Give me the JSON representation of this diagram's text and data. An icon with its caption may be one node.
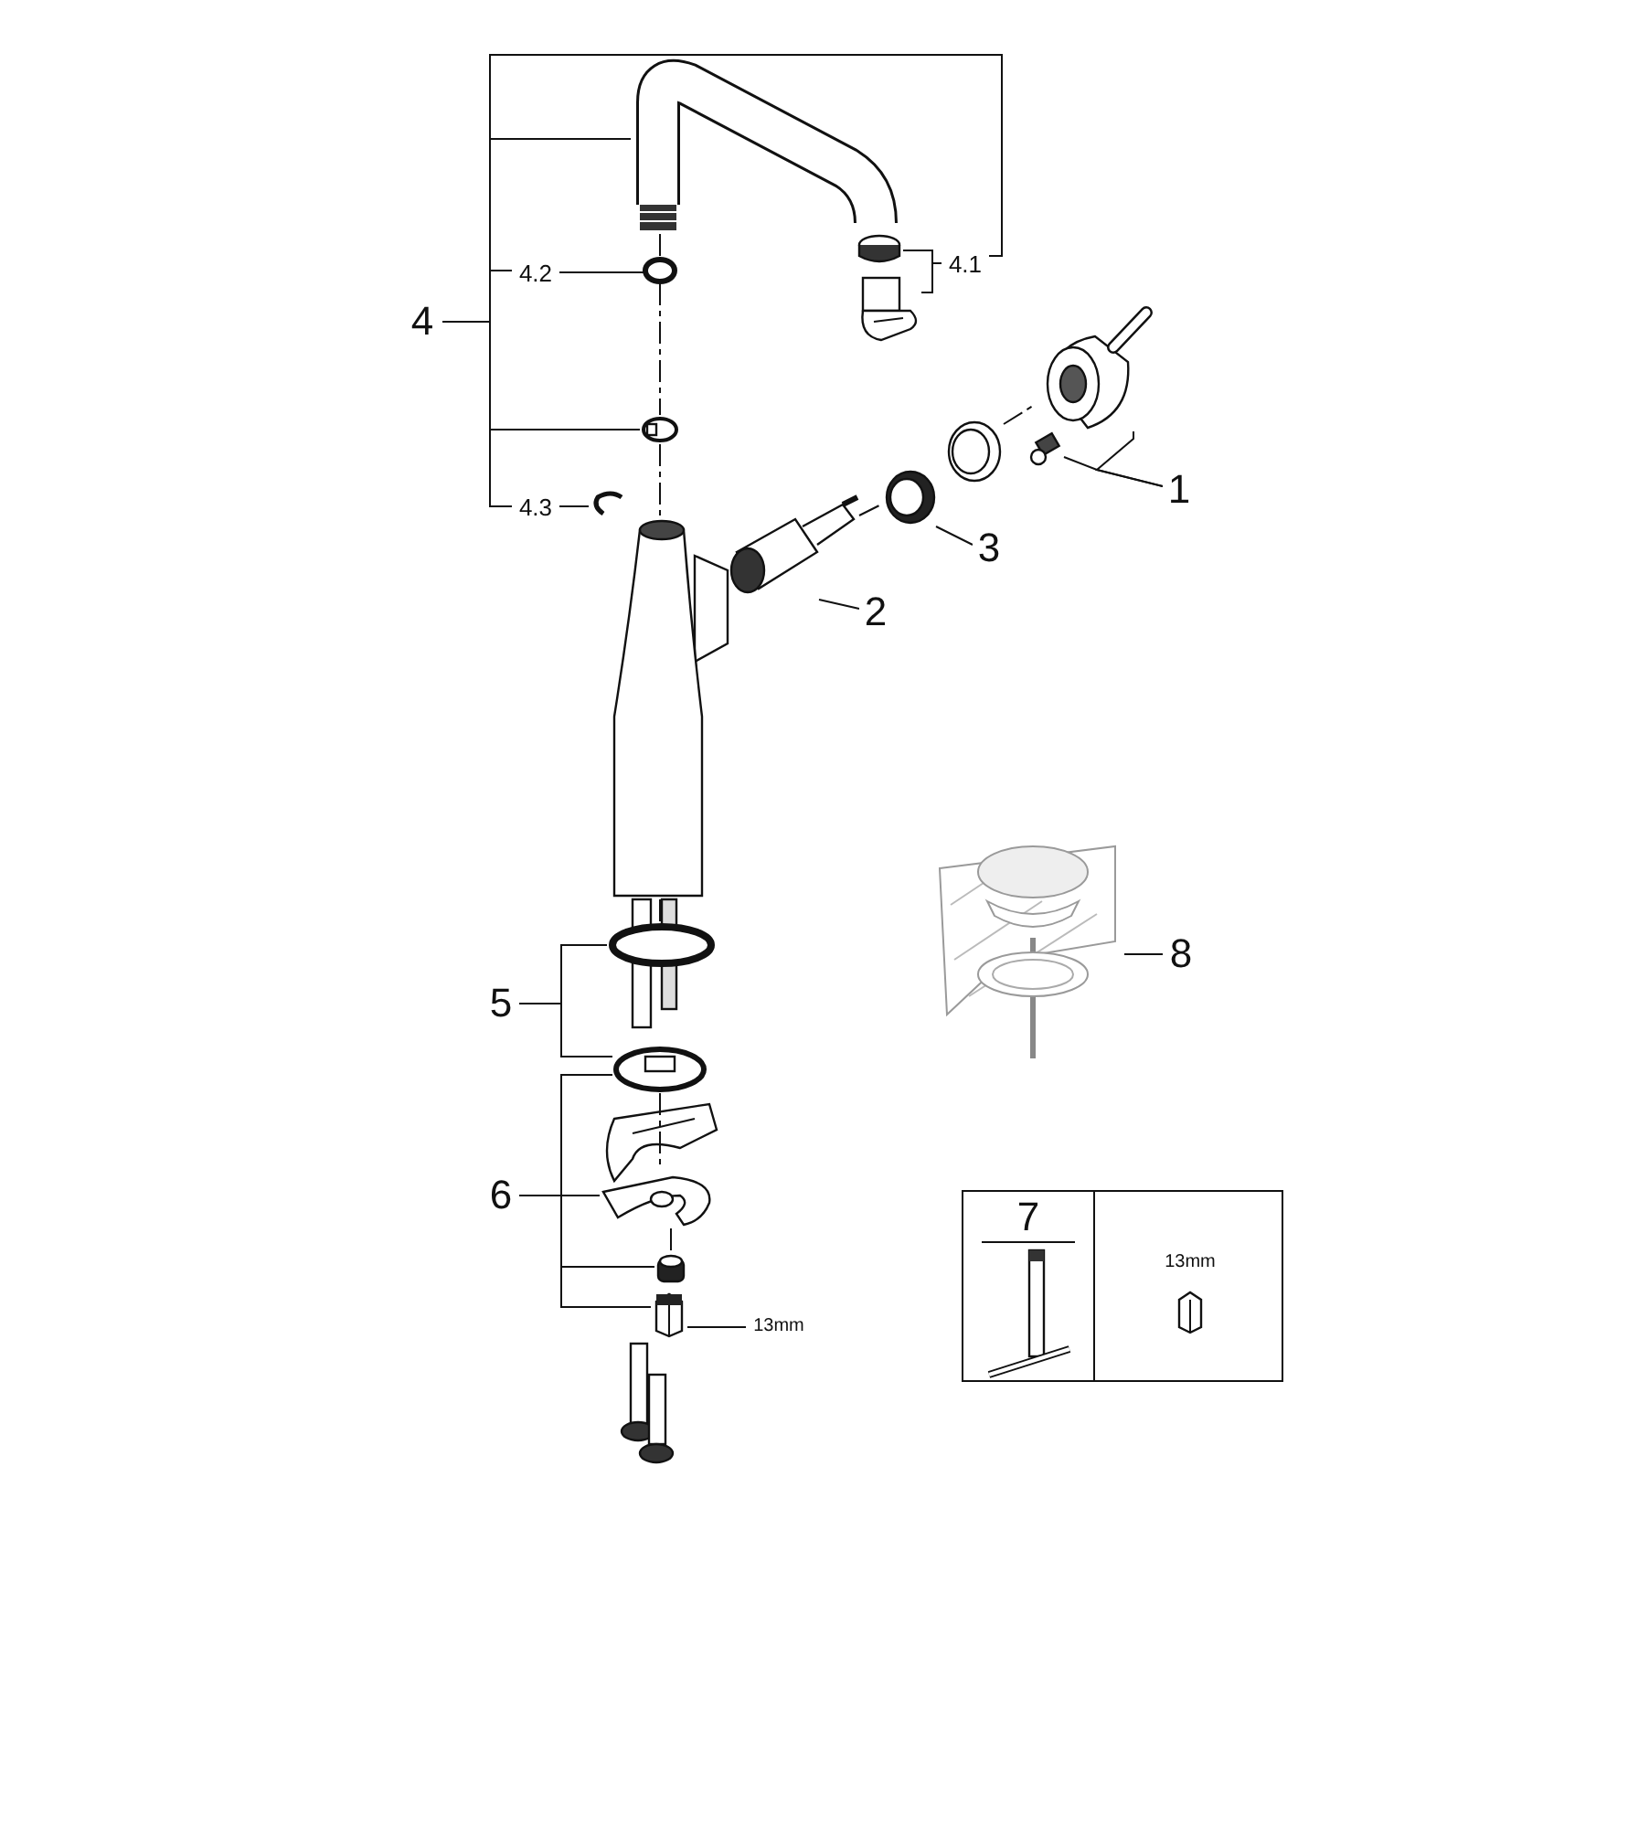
{
  "diagram": {
    "nodes": [
      {
        "text": [
          "4"
        ]
      },
      {
        "text": [
          "4.2"
        ]
      },
      {
        "text": [
          "4.3"
        ]
      },
      {
        "text": [
          "4.1"
        ]
      },
      {
        "text": [
          "1"
        ]
      },
      {
        "text": [
          "3"
        ]
      },
      {
        "text": [
          "2"
        ]
      },
      {
        "text": [
          "5"
        ]
      },
      {
        "text": [
          "6"
        ]
      },
      {
        "text": [
          "13mm"
        ]
      },
      {
        "text": [
          "8"
        ]
      },
      {
        "text": [],
        "shape": "picture"
      },
      {
        "text": [],
        "shape": "circle"
      },
      {
        "text": [],
        "shape": "picture"
      },
      {
        "text": [],
        "shape": "circle"
      },
      {
        "text": [],
        "shape": "picture"
      },
      {
        "text": [],
        "shape": "picture"
      },
      {
        "text": [],
        "shape": "cylinder"
      },
      {
        "text": [],
        "shape": "picture"
      },
      {
        "text": [],
        "shape": "picture"
      },
      {
        "text": [],
        "shape": "picture"
      },
      {
        "text": [],
        "shape": "picture"
      },
      {
        "text": [],
        "shape": "box"
      },
      {
        "text": [],
        "shape": "circle"
      },
      {
        "text": [],
        "shape": "picture"
      },
      {
        "text": [],
        "shape": "picture"
      },
      {
        "text": [],
        "shape": "cylinder"
      },
      {
        "text": [],
        "shape": "picture"
      },
      {
        "text": [],
        "shape": "picture"
      },
      {
        "text": [],
        "shape": "box"
      },
      {
        "text": [
          "7"
        ],
        "in": 29
      },
      {
        "text": [
          "13mm"
        ],
        "in": 29
      }
    ],
    "edges": [
      {
        "from": 0,
        "to": 11,
        "arrow": "none"
      },
      {
        "from": 0,
        "to": 1,
        "arrow": "none"
      },
      {
        "from": 0,
        "to": 15,
        "arrow": "none"
      },
      {
        "from": 0,
        "to": 2,
        "arrow": "none"
      },
      {
        "from": 0,
        "to": 3,
        "arrow": "none"
      },
      {
        "from": 1,
        "to": 14,
        "arrow": "none"
      },
      {
        "from": 2,
        "to": 16,
        "arrow": "none"
      },
      {
        "from": 3,
        "to": 12,
        "arrow": "none"
      },
      {
        "from": 3,
        "to": 13,
        "arrow": "none"
      },
      {
        "from": 4,
        "to": 21,
        "arrow": "none"
      },
      {
        "from": 4,
        "to": 22,
        "arrow": "none"
      },
      {
        "from": 5,
        "to": 19,
        "arrow": "none"
      },
      {
        "from": 6,
        "to": 18,
        "arrow": "none"
      },
      {
        "from": 7,
        "to": 23,
        "arrow": "none"
      },
      {
        "from": 7,
        "to": 24,
        "arrow": "none"
      },
      {
        "from": 8,
        "to": 24,
        "arrow": "none"
      },
      {
        "from": 8,
        "to": 25,
        "arrow": "none"
      },
      {
        "from": 8,
        "to": 26,
        "arrow": "none"
      },
      {
        "from": 8,
        "to": 27,
        "arrow": "none"
      },
      {
        "from": 9,
        "to": 27,
        "arrow": "none"
      },
      {
        "from": 10,
        "to": 28,
        "arrow": "none"
      },
      {
        "from": 11,
        "to": 14,
        "arrow": "none",
        "style": "dashed"
      },
      {
        "from": 14,
        "to": 15,
        "arrow": "none",
        "style": "dashed"
      },
      {
        "from": 15,
        "to": 17,
        "arrow": "none",
        "style": "dashed"
      },
      {
        "from": 17,
        "to": 23,
        "arrow": "none",
        "style": "dashed"
      },
      {
        "from": 24,
        "to": 25,
        "arrow": "none",
        "style": "dashed"
      },
      {
        "from": 25,
        "to": 26,
        "arrow": "none",
        "style": "dashed"
      },
      {
        "from": 18,
        "to": 19,
        "arrow": "none",
        "style": "dashed"
      },
      {
        "from": 20,
        "to": 21,
        "arrow": "none",
        "style": "dashed"
      }
    ]
  }
}
